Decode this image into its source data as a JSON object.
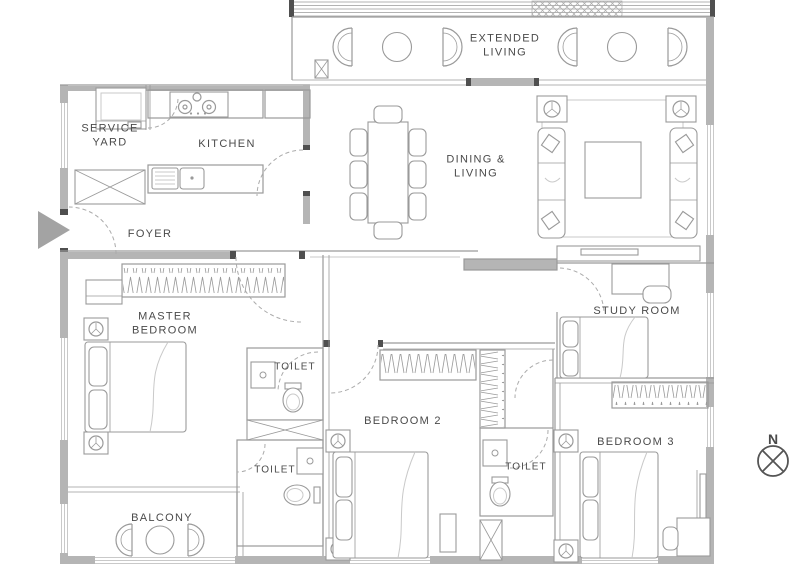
{
  "meta": {
    "type": "floor-plan"
  },
  "labels": {
    "extended_living": "EXTENDED\nLIVING",
    "kitchen": "KITCHEN",
    "service_yard": "SERVICE\nYARD",
    "foyer": "FOYER",
    "dining_living": "DINING &\nLIVING",
    "master_bedroom": "MASTER\nBEDROOM",
    "toilet_master": "TOILET",
    "toilet_2": "TOILET",
    "toilet_3": "TOILET",
    "bedroom_2": "BEDROOM 2",
    "bedroom_3": "BEDROOM 3",
    "study_room": "STUDY ROOM",
    "balcony": "BALCONY"
  },
  "compass": {
    "north_label": "N"
  },
  "colors": {
    "wall": "#b5b5b5",
    "line": "#9a9a9a",
    "light": "#c9c9c9",
    "dark": "#4f4f4f",
    "text": "#4a4a4a",
    "entrance_arrow": "#a3a3a3",
    "background": "#ffffff"
  },
  "furniture_icons": [
    "armchair-icon",
    "round-table-icon",
    "dining-table-icon",
    "dining-chair-icon",
    "sofa-icon",
    "coffee-table-icon",
    "tv-console-icon",
    "lamp-table-icon",
    "bed-icon",
    "pillow-icon",
    "wardrobe-icon",
    "dresser-icon",
    "stove-icon",
    "sink-icon",
    "washing-machine-icon",
    "washbasin-icon",
    "wc-icon",
    "desk-icon",
    "chair-icon",
    "shaft-icon",
    "door-swing-icon",
    "compass-icon",
    "entrance-arrow-icon"
  ]
}
